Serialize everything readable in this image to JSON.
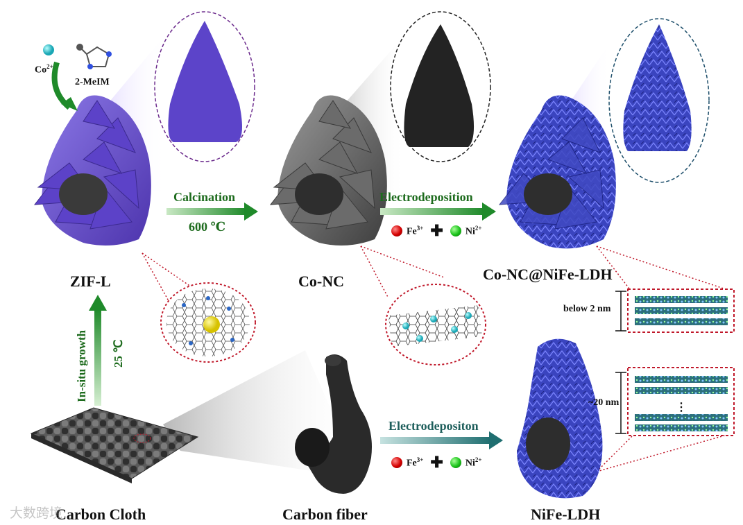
{
  "labels": {
    "zifl": "ZIF-L",
    "conc": "Co-NC",
    "conc_nife": "Co-NC@NiFe-LDH",
    "carbon_cloth": "Carbon Cloth",
    "carbon_fiber": "Carbon fiber",
    "nife_ldh": "NiFe-LDH"
  },
  "reagents": {
    "co": "Co",
    "co_charge": "2+",
    "ligand": "2-MeIM",
    "fe": "Fe",
    "fe_charge": "3+",
    "ni": "Ni",
    "ni_charge": "2+"
  },
  "steps": {
    "calcination": "Calcination",
    "calc_temp": "600 ℃",
    "electrodeposition": "Electrodeposition",
    "electrodepositon": "Electrodepositon",
    "insitu": "In-situ growth",
    "insitu_temp": "25 ℃"
  },
  "dimensions": {
    "below2": "below 2 nm",
    "about20": "~20 nm"
  },
  "watermark": "大数跨境",
  "colors": {
    "zif_purple": "#6a4fd0",
    "co_gray": "#6e6e6e",
    "ldh_blue": "#3d48c4",
    "arrow_green": "#2e8b2e",
    "arrow_teal": "#2a7a7a",
    "dotted_red": "#c0182a"
  }
}
